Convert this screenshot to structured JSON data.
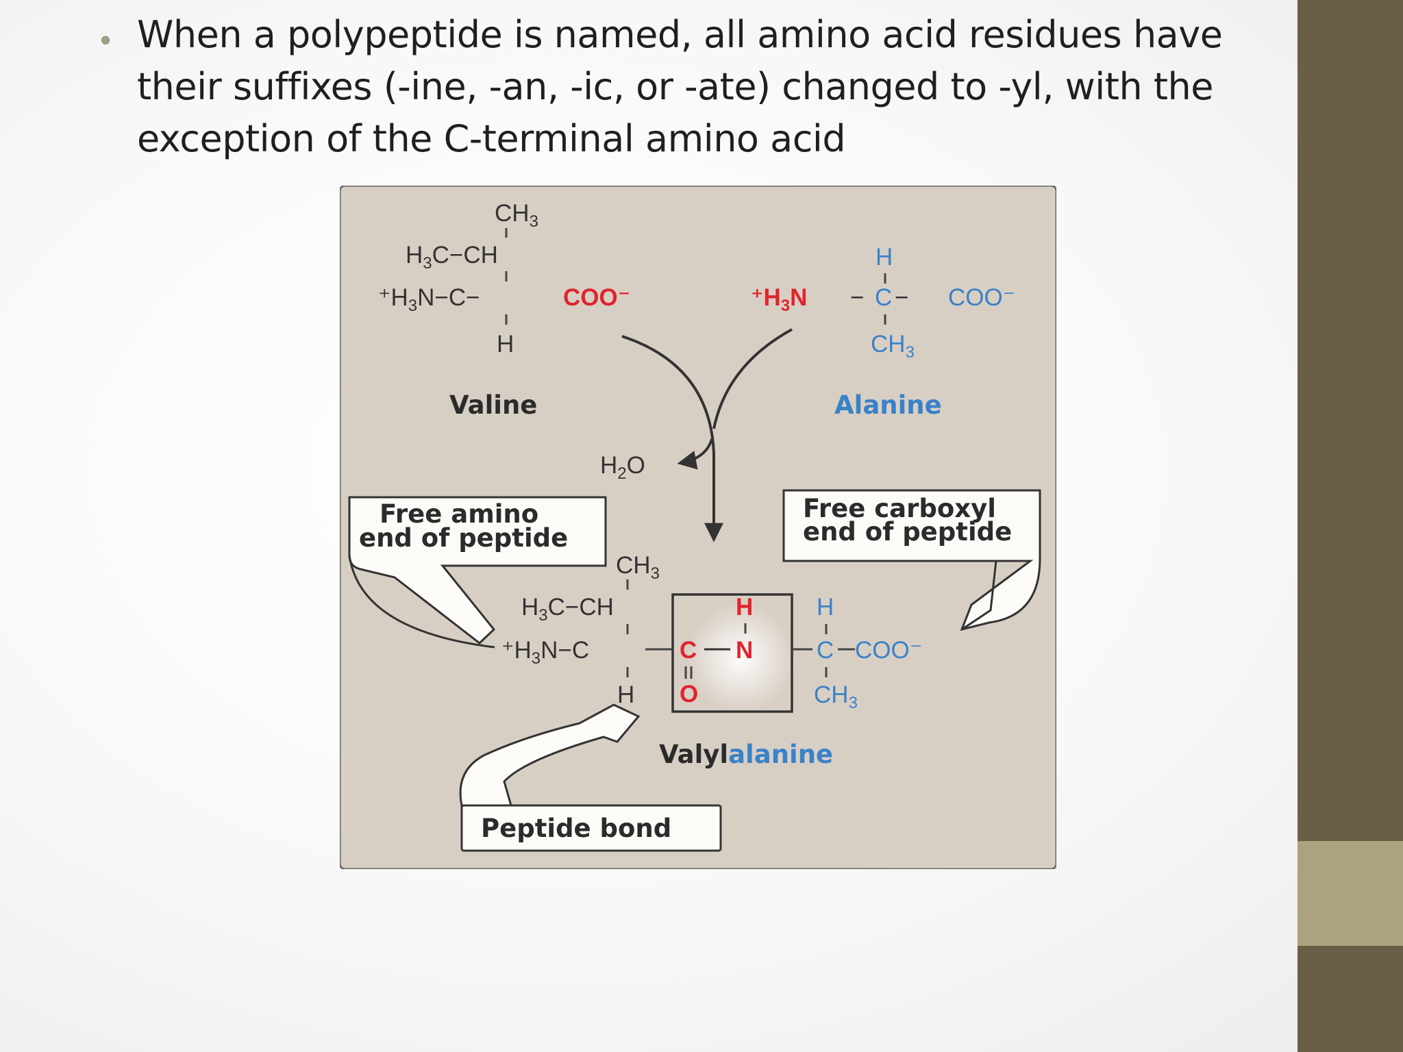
{
  "slide": {
    "bullet_char": "•",
    "text": "When a polypeptide is named, all amino acid residues have their suffixes (-ine, -an, -ic, or -ate) changed to -yl, with the exception of the C-terminal amino acid"
  },
  "colors": {
    "sidebar": "#6b5e47",
    "sidebar_accent": "#aba37d",
    "figure_bg": "#d8cfc4",
    "red": "#e0242e",
    "blue": "#3a82c8"
  },
  "diagram": {
    "valine": {
      "ch3_top": "CH",
      "ch3_sub": "3",
      "h3c_ch": "H",
      "h3c_sub": "3",
      "h3c_rest": "C−CH",
      "h3n": "⁺H",
      "h3n_sub": "3",
      "h3n_rest": "N−",
      "c_alpha": "C",
      "coo": "COO",
      "coo_charge": "⁻",
      "h_bottom": "H",
      "name": "Valine"
    },
    "alanine": {
      "h_top": "H",
      "h3n": "⁺H",
      "h3n_sub": "3",
      "h3n_rest": "N",
      "c_alpha": "C",
      "coo": "COO",
      "coo_charge": "⁻",
      "ch3": "CH",
      "ch3_sub": "3",
      "name": "Alanine"
    },
    "water": {
      "h": "H",
      "sub": "2",
      "o": "O"
    },
    "free_amino_label": [
      "Free amino",
      "end of peptide"
    ],
    "free_carboxyl_label": [
      "Free carboxyl",
      "end of peptide"
    ],
    "product": {
      "ch3_top": "CH",
      "ch3_sub": "3",
      "h3c": "H",
      "h3c_sub": "3",
      "h3c_rest": "C−CH",
      "h3n": "⁺H",
      "h3n_sub": "3",
      "h3n_rest": "N−",
      "c1": "C",
      "h_under": "H",
      "peptide_c": "C",
      "peptide_n": "N",
      "peptide_h": "H",
      "peptide_o": "O",
      "c2": "C",
      "h_top2": "H",
      "coo": "COO",
      "coo_charge": "⁻",
      "ch3_bottom": "CH",
      "ch3_bottom_sub": "3",
      "name_part1": "Valyl",
      "name_part2": "alanine"
    },
    "peptide_bond_label": "Peptide bond"
  }
}
